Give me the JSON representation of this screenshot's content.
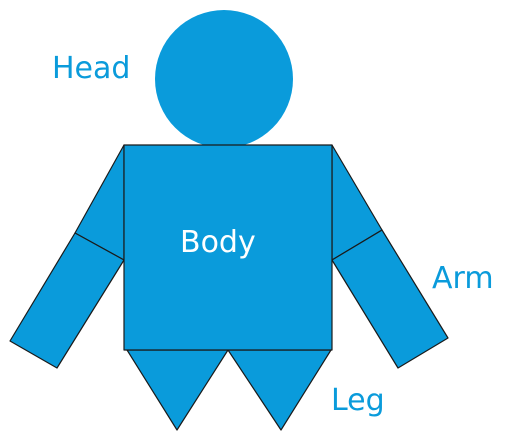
{
  "labels": {
    "head": "Head",
    "body": "Body",
    "arm": "Arm",
    "leg": "Leg"
  },
  "colors": {
    "shape_fill": "#0a9bdb",
    "body_label": "#ffffff",
    "outer_label": "#0a9bdb",
    "outline": "#1a1a1a"
  }
}
